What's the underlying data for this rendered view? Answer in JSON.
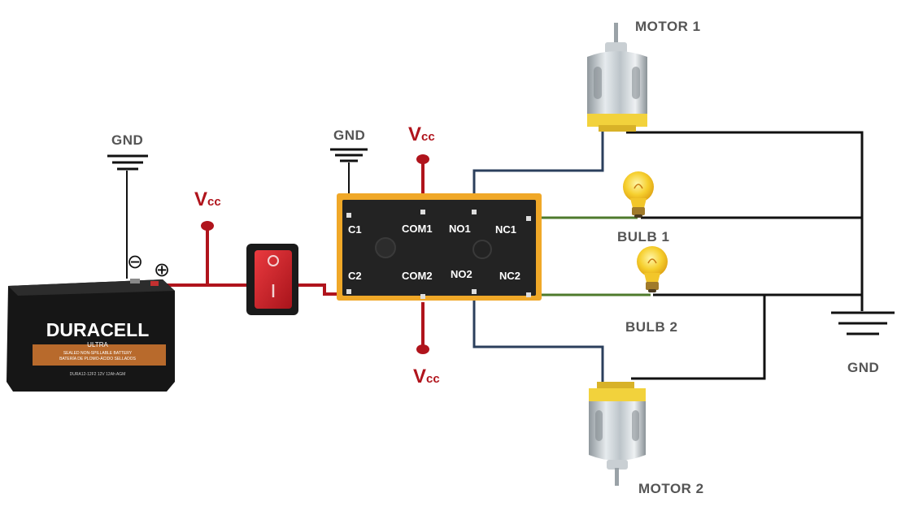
{
  "labels": {
    "gnd": "GND",
    "vcc_v": "V",
    "vcc_sub": "cc",
    "motor1": "MOTOR 1",
    "motor2": "MOTOR 2",
    "bulb1": "BULB 1",
    "bulb2": "BULB 2",
    "minus_symbol": "⊖",
    "plus_symbol": "⊕"
  },
  "relay_pins": {
    "c1": "C1",
    "com1": "COM1",
    "no1": "NO1",
    "nc1": "NC1",
    "c2": "C2",
    "com2": "COM2",
    "no2": "NO2",
    "nc2": "NC2"
  },
  "battery": {
    "brand": "DURACELL",
    "line": "ULTRA",
    "fine_print_1": "SEALED NON-SPILLABLE BATTERY",
    "fine_print_2": "BATERÍA DE PLOMO-ÁCIDO SELLADOS",
    "fine_print_3": "DURA12-12F2    12V 12Ah AGM"
  },
  "colors": {
    "vcc_wire": "#b0141c",
    "nc_wire": "#4e7a2c",
    "no_wire": "#2b3f5c",
    "gnd_wire": "#111111",
    "relay_body": "#f0a828",
    "relay_face": "#1f1f1f",
    "switch_body": "#d4242c"
  },
  "icons": [
    "ground-symbol-icon",
    "lightbulb-icon",
    "motor-icon",
    "battery-icon",
    "rocker-switch-icon",
    "relay-icon"
  ]
}
